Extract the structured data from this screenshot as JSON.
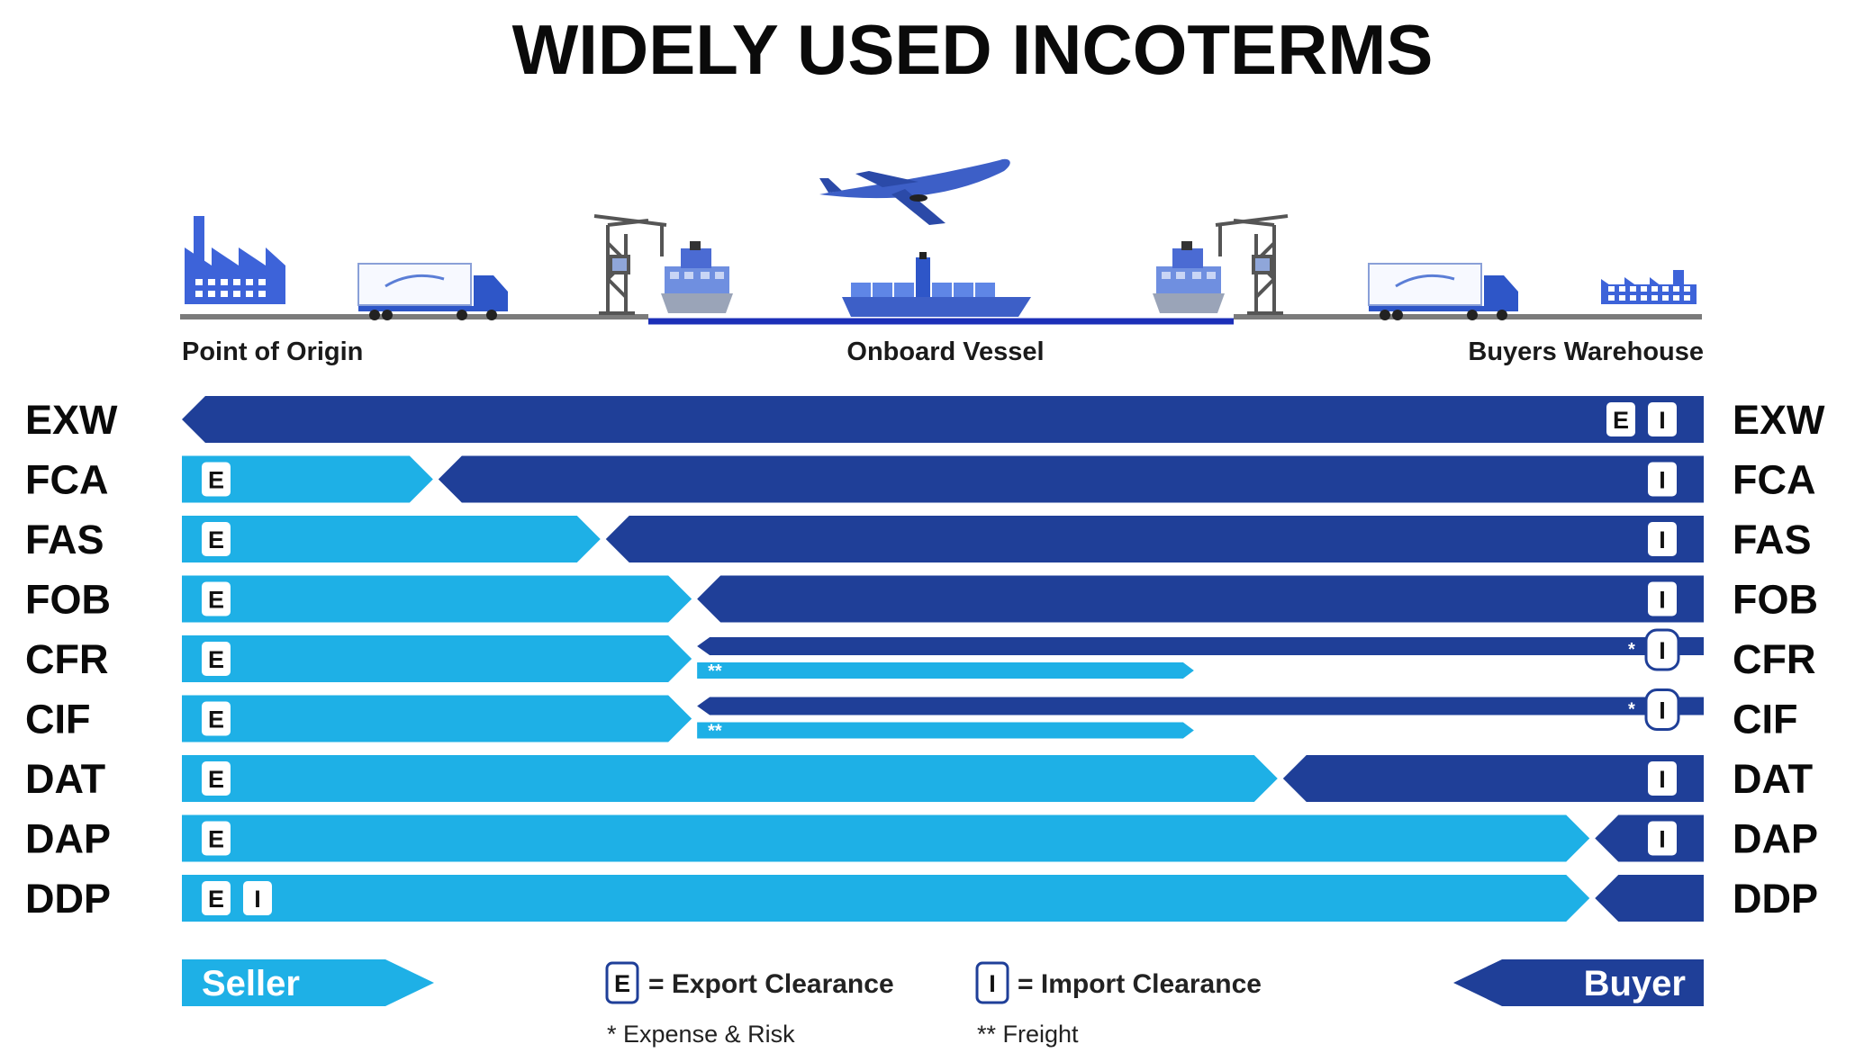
{
  "title": "WIDELY USED INCOTERMS",
  "locations": {
    "origin": "Point of Origin",
    "vessel": "Onboard Vessel",
    "warehouse": "Buyers Warehouse"
  },
  "colors": {
    "seller": "#1eb0e6",
    "buyer": "#1f3f98",
    "route_line": "#7b7b7b",
    "water_line": "#1c2fb8",
    "icon_blue": "#3d63d9"
  },
  "icons": [
    "factory-icon",
    "truck-icon",
    "crane-icon",
    "port-ship-icon",
    "airplane-icon",
    "container-ship-icon"
  ],
  "terms": [
    {
      "code": "EXW",
      "seller_until": 0.0,
      "seller_badges": [],
      "buyer_badges": [
        "E",
        "I"
      ],
      "freight_to": null
    },
    {
      "code": "FCA",
      "seller_until": 0.165,
      "seller_badges": [
        "E"
      ],
      "buyer_badges": [
        "I"
      ],
      "freight_to": null
    },
    {
      "code": "FAS",
      "seller_until": 0.275,
      "seller_badges": [
        "E"
      ],
      "buyer_badges": [
        "I"
      ],
      "freight_to": null
    },
    {
      "code": "FOB",
      "seller_until": 0.335,
      "seller_badges": [
        "E"
      ],
      "buyer_badges": [
        "I"
      ],
      "freight_to": null
    },
    {
      "code": "CFR",
      "seller_until": 0.335,
      "seller_badges": [
        "E"
      ],
      "buyer_badges": [
        "I"
      ],
      "freight_to": 0.665,
      "freight_mark": "**",
      "risk_mark": "*"
    },
    {
      "code": "CIF",
      "seller_until": 0.335,
      "seller_badges": [
        "E"
      ],
      "buyer_badges": [
        "I"
      ],
      "freight_to": 0.665,
      "freight_mark": "**",
      "risk_mark": "*"
    },
    {
      "code": "DAT",
      "seller_until": 0.72,
      "seller_badges": [
        "E"
      ],
      "buyer_badges": [
        "I"
      ],
      "freight_to": null
    },
    {
      "code": "DAP",
      "seller_until": 0.925,
      "seller_badges": [
        "E"
      ],
      "buyer_badges": [
        "I"
      ],
      "freight_to": null
    },
    {
      "code": "DDP",
      "seller_until": 0.925,
      "seller_badges": [
        "E",
        "I"
      ],
      "buyer_badges": [],
      "freight_to": null
    }
  ],
  "legend": {
    "seller": "Seller",
    "buyer": "Buyer",
    "export_badge": "E",
    "export_text": "= Export Clearance",
    "import_badge": "I",
    "import_text": "= Import Clearance",
    "expense_note": "* Expense & Risk",
    "freight_note": "** Freight"
  }
}
